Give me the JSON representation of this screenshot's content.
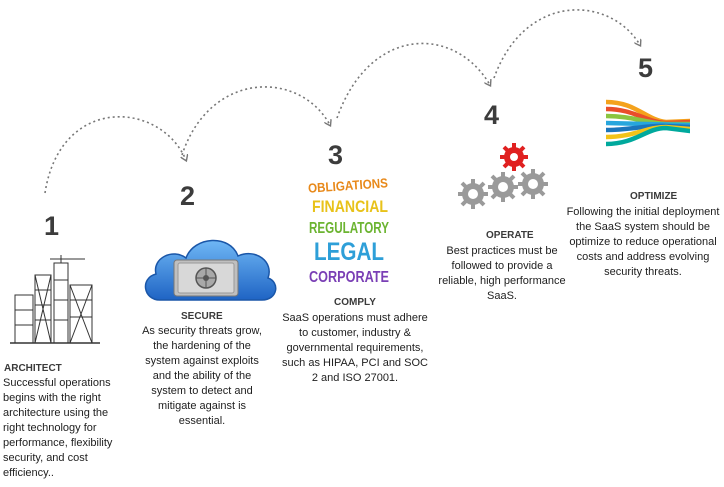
{
  "steps": [
    {
      "number": "1",
      "title": "ARCHITECT",
      "description": "Successful operations begins with the right architecture using the right technology for performance, flexibility security, and cost efficiency..",
      "icon": "building-construction-icon"
    },
    {
      "number": "2",
      "title": "SECURE",
      "description": "As security threats grow, the hardening of the system against exploits and the ability of the system to detect  and mitigate against is essential.",
      "icon": "cloud-vault-icon"
    },
    {
      "number": "3",
      "title": "COMPLY",
      "description": "SaaS operations must adhere to customer, industry & governmental requirements, such as HIPAA, PCI and SOC 2 and ISO 27001.",
      "icon": "compliance-words-icon",
      "image_words": [
        "OBLIGATIONS",
        "FINANCIAL",
        "REGULATORY",
        "LEGAL",
        "CORPORATE"
      ]
    },
    {
      "number": "4",
      "title": "OPERATE",
      "description": "Best practices must be followed to provide a reliable, high performance SaaS.",
      "icon": "gears-icon"
    },
    {
      "number": "5",
      "title": "OPTIMIZE",
      "description": "Following the initial deployment the SaaS system should be optimize to reduce operational costs and address evolving security threats.",
      "icon": "converging-streams-icon"
    }
  ],
  "colors": {
    "number": "#3c3c3c",
    "arrow": "#777777",
    "gear_red": "#e02020",
    "gear_grey": "#9a9a9a",
    "cloud_blue": "#2f7fd8",
    "word_orange": "#e8891a",
    "word_yellow": "#e8c21a",
    "word_green": "#6cb431",
    "word_blue": "#2e9fd8",
    "word_purple": "#7a3fb5"
  }
}
